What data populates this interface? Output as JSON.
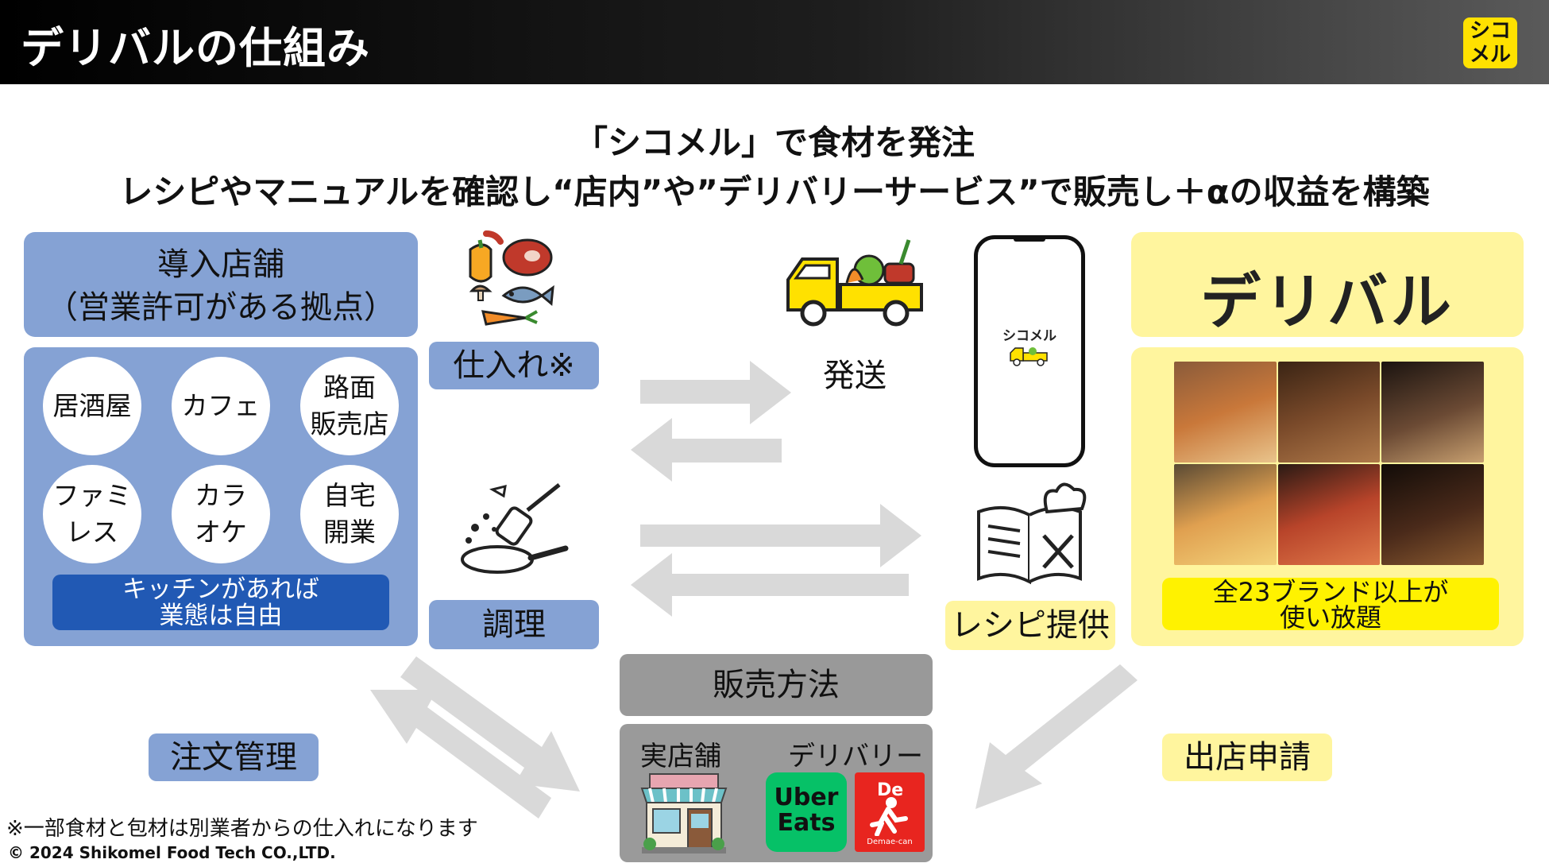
{
  "header": {
    "title": "デリバルの仕組み",
    "logo_line1": "シコ",
    "logo_line2": "メル"
  },
  "subtitle": {
    "line1": "「シコメル」で食材を発注",
    "line2": "レシピやマニュアルを確認し“店内”や”デリバリーサービス”で販売し＋αの収益を構築"
  },
  "stores": {
    "heading_line1": "導入店舗",
    "heading_line2": "（営業許可がある拠点）",
    "types": [
      "居酒屋",
      "カフェ",
      "路面\n販売店",
      "ファミ\nレス",
      "カラ\nオケ",
      "自宅\n開業"
    ],
    "kitchen_line1": "キッチンがあれば",
    "kitchen_line2": "業態は自由"
  },
  "flow": {
    "purchase": "仕入れ※",
    "cooking": "調理",
    "shipping": "発送",
    "recipe": "レシピ提供",
    "order_management": "注文管理",
    "store_application": "出店申請"
  },
  "phone": {
    "app_name": "シコメル"
  },
  "brand": {
    "name": "デリバル",
    "bar_line1": "全23ブランド以上が",
    "bar_line2": "使い放題"
  },
  "sales": {
    "heading": "販売方法",
    "physical_store": "実店舗",
    "delivery": "デリバリー",
    "uber_line1": "Uber",
    "uber_line2": "Eats",
    "demaecan_mark": "De",
    "demaecan_text": "Demae-can"
  },
  "footnote": "※一部食材と包材は別業者からの仕入れになります",
  "copyright": "© 2024 Shikomel Food Tech CO.,LTD.",
  "colors": {
    "panel_blue": "#85a2d4",
    "kitchen_blue": "#2159b4",
    "panel_yellow": "#fff59e",
    "brand_yellow": "#fff200",
    "arrow_gray": "#d9d9d9",
    "uber_green": "#06c167",
    "demaecan_red": "#e8251f"
  }
}
